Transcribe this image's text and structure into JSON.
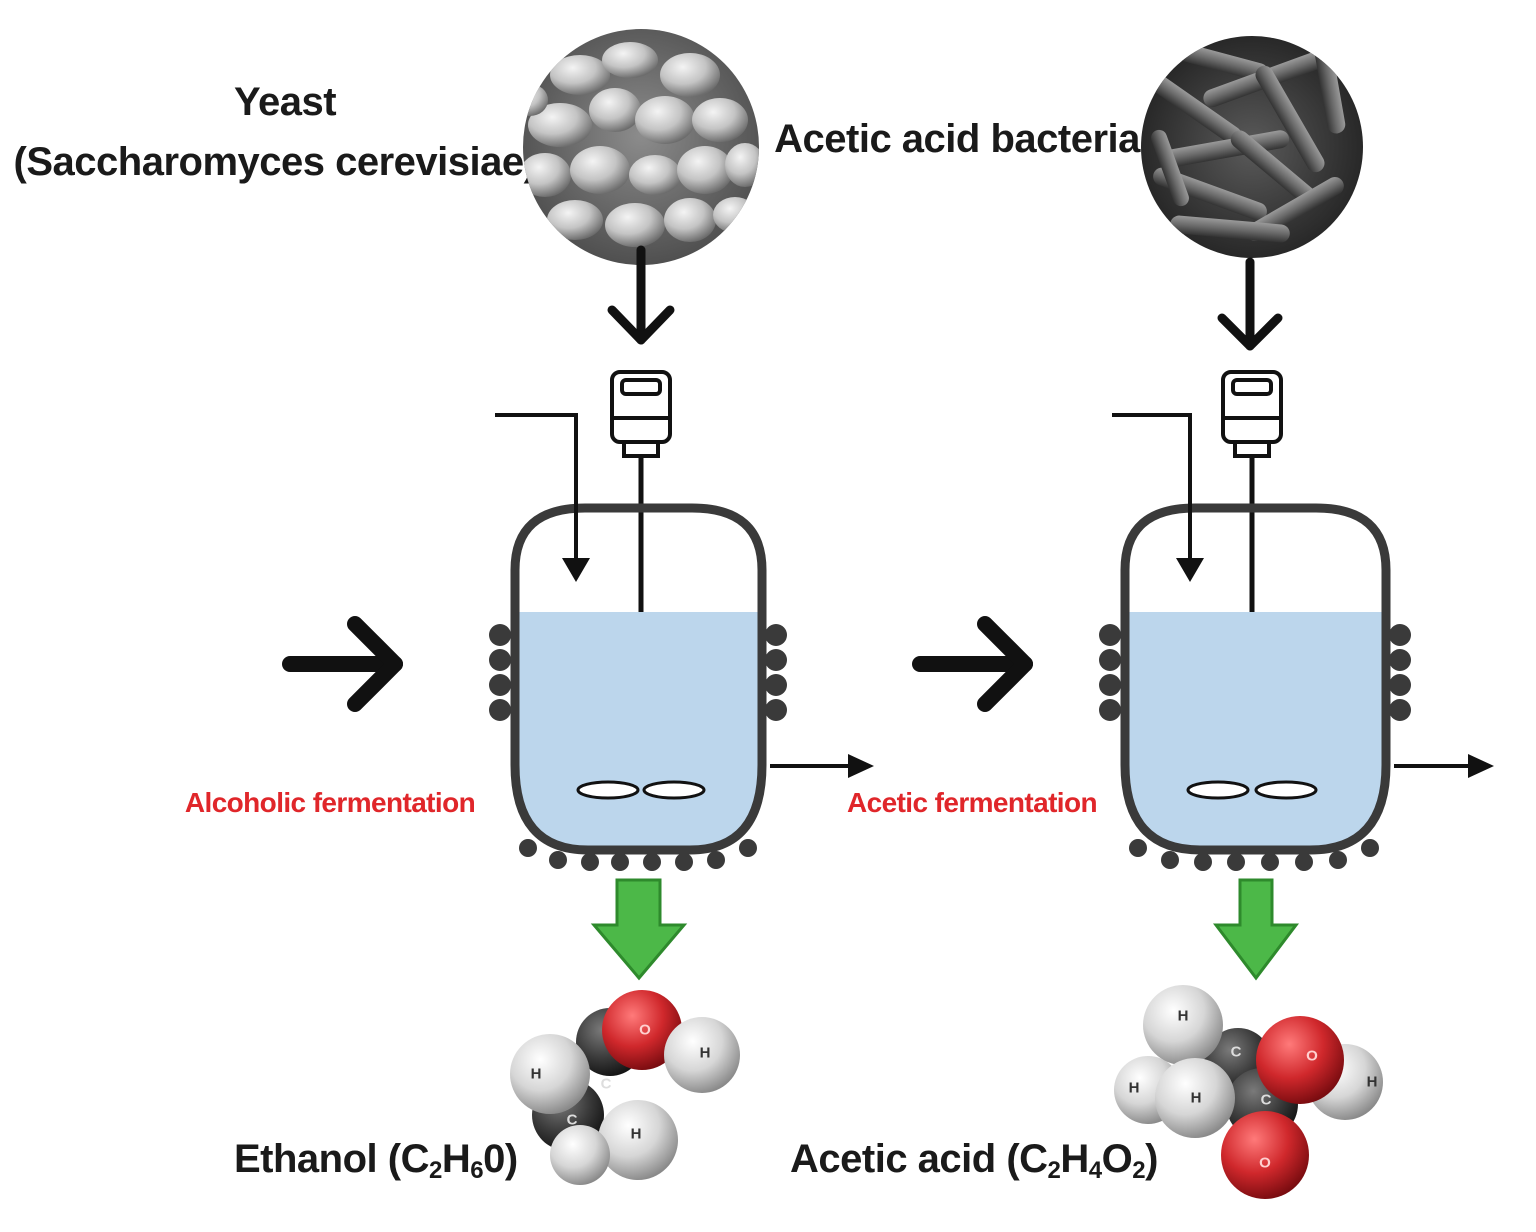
{
  "stage1": {
    "organism_name": "Yeast",
    "organism_species": "(Saccharomyces cerevisiae)",
    "process": "Alcoholic fermentation",
    "product": {
      "name": "Ethanol (C",
      "sub1": "2",
      "mid1": "H",
      "sub2": "6",
      "end": "0)"
    }
  },
  "stage2": {
    "organism_name": "Acetic acid bacteria",
    "process": "Acetic fermentation",
    "product": {
      "name": "Acetic acid (C",
      "sub1": "2",
      "mid1": "H",
      "sub2": "4",
      "mid2": "O",
      "sub3": "2",
      "end": ")"
    }
  },
  "atom_labels": {
    "hydrogen": "H",
    "carbon": "C",
    "oxygen": "O"
  },
  "colors": {
    "arrow": "#111111",
    "product_arrow": "#4cb848",
    "liquid": "#bcd6ec",
    "process_label": "#e0262a",
    "oxygen_atom": "#d0282c",
    "hydrogen_atom": "#dcdcdc",
    "carbon_atom": "#3a3a3a"
  }
}
